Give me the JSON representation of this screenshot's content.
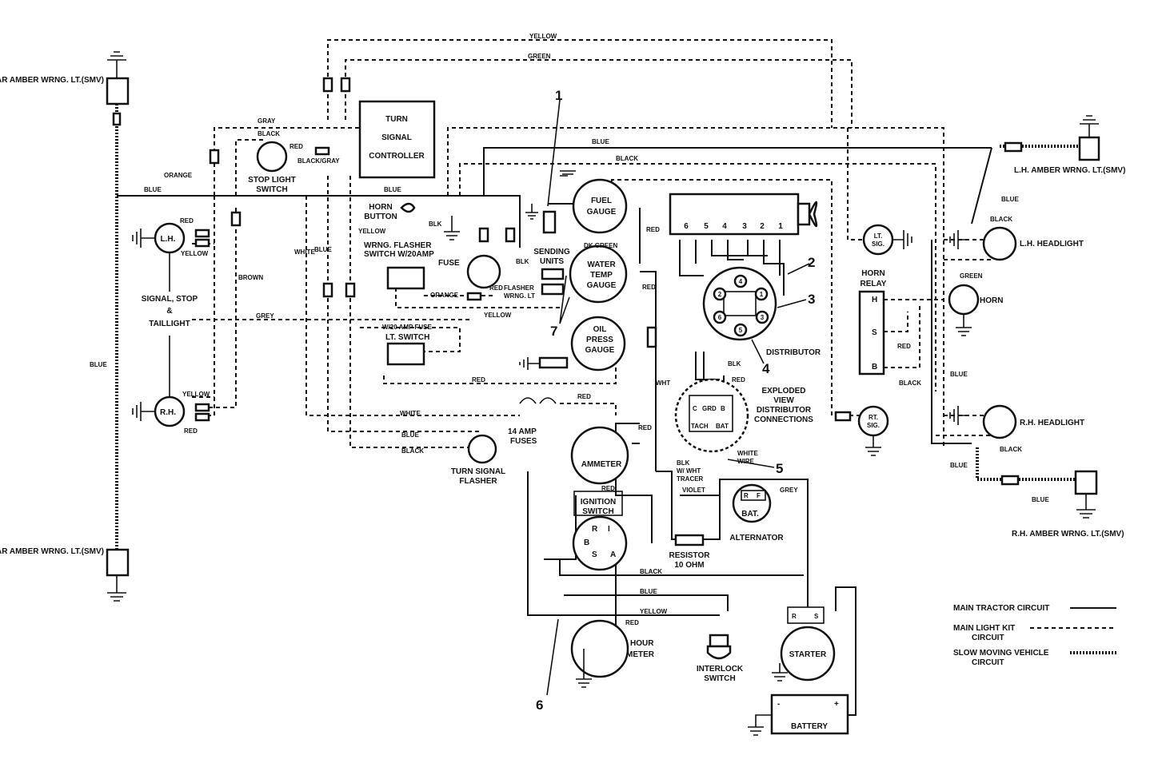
{
  "diagram": {
    "components": {
      "lh_rear_amber": "L.H. REAR AMBER WRNG. LT.(SMV)",
      "rh_rear_amber": "R.H. REAR AMBER WRNG. LT.(SMV)",
      "turn_signal_controller": [
        "TURN",
        "SIGNAL",
        "CONTROLLER"
      ],
      "stop_light_switch": [
        "STOP LIGHT",
        "SWITCH"
      ],
      "horn_button": [
        "HORN",
        "BUTTON"
      ],
      "wrng_flasher_switch": [
        "WRNG. FLASHER",
        "SWITCH W/20AMP",
        "FUSE"
      ],
      "lt_switch": [
        "W/20 AMP FUSE",
        "LT. SWITCH"
      ],
      "lh_lamp": "L.H.",
      "rh_lamp": "R.H.",
      "signal_stop_taillight": [
        "SIGNAL, STOP",
        "&",
        "TAILLIGHT"
      ],
      "fuel_gauge": [
        "FUEL",
        "GAUGE"
      ],
      "water_temp_gauge": [
        "WATER",
        "TEMP",
        "GAUGE"
      ],
      "oil_press_gauge": [
        "OIL",
        "PRESS",
        "GAUGE"
      ],
      "sending_units": [
        "SENDING",
        "UNITS"
      ],
      "flasher_wrng_lt": [
        "FLASHER",
        "WRNG. LT"
      ],
      "distributor": "DISTRIBUTOR",
      "exploded_view": [
        "EXPLODED",
        "VIEW",
        "DISTRIBUTOR",
        "CONNECTIONS"
      ],
      "tach_terminals": [
        "C",
        "GRD",
        "B",
        "TACH",
        "BAT"
      ],
      "cylinder_numbers": [
        "6",
        "5",
        "4",
        "3",
        "2",
        "1"
      ],
      "distributor_terminals": [
        "1",
        "2",
        "3",
        "4",
        "5",
        "6"
      ],
      "white_wire": [
        "WHITE",
        "WIRE"
      ],
      "fourteen_amp_fuses": [
        "14 AMP",
        "FUSES"
      ],
      "turn_signal_flasher": [
        "TURN SIGNAL",
        "FLASHER"
      ],
      "ammeter": "AMMETER",
      "ignition_switch": [
        "IGNITION",
        "SWITCH"
      ],
      "ignition_terminals": [
        "R",
        "I",
        "B",
        "S",
        "A"
      ],
      "resistor": [
        "RESISTOR",
        "10 OHM"
      ],
      "alternator": "ALTERNATOR",
      "alternator_bat": "BAT.",
      "alternator_terminals": [
        "R",
        "F"
      ],
      "hour_meter": [
        "HOUR",
        "METER"
      ],
      "interlock_switch": [
        "INTERLOCK",
        "SWITCH"
      ],
      "starter": "STARTER",
      "starter_terminals": [
        "R",
        "S"
      ],
      "battery": "BATTERY",
      "battery_signs": [
        "-",
        "+"
      ],
      "lt_sig": [
        "LT.",
        "SIG."
      ],
      "rt_sig": [
        "RT.",
        "SIG."
      ],
      "horn_relay": [
        "HORN",
        "RELAY"
      ],
      "horn_relay_terminals": [
        "H",
        "S",
        "B"
      ],
      "horn": "HORN",
      "lh_headlight": "L.H. HEADLIGHT",
      "rh_headlight": "R.H. HEADLIGHT",
      "lh_amber_wrng": "L.H. AMBER WRNG. LT.(SMV)",
      "rh_amber_wrng": "R.H. AMBER WRNG. LT.(SMV)"
    },
    "wire_labels": {
      "yellow": "YELLOW",
      "green": "GREEN",
      "gray": "GRAY",
      "black": "BLACK",
      "red": "RED",
      "black_gray": "BLACK/GRAY",
      "orange": "ORANGE",
      "blue": "BLUE",
      "blk": "BLK",
      "white": "WHITE",
      "brown": "BROWN",
      "grey": "GREY",
      "dk_green": "DK GREEN",
      "wht": "WHT",
      "blk_wht_tracer": [
        "BLK",
        "W/ WHT",
        "TRACER"
      ],
      "violet": "VIOLET"
    },
    "callouts": [
      "1",
      "2",
      "3",
      "4",
      "5",
      "6",
      "7"
    ],
    "legend": {
      "items": [
        {
          "label": [
            "MAIN TRACTOR CIRCUIT"
          ],
          "style": "solid"
        },
        {
          "label": [
            "MAIN LIGHT KIT",
            "CIRCUIT"
          ],
          "style": "dashed"
        },
        {
          "label": [
            "SLOW MOVING VEHICLE",
            "CIRCUIT"
          ],
          "style": "smv"
        }
      ]
    }
  }
}
